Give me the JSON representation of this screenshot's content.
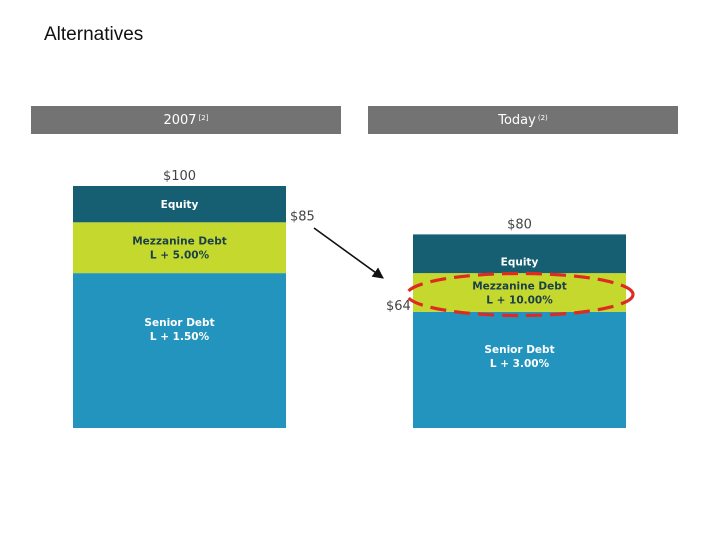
{
  "title": "Alternatives",
  "colors": {
    "header_bar": "#737373",
    "equity": "#165f73",
    "mezzanine": "#c4d82e",
    "senior": "#2394bd",
    "ellipse": "#dd2b22",
    "arrow": "#111111"
  },
  "headers": [
    {
      "label": "2007",
      "note": "[2]"
    },
    {
      "label": "Today",
      "note": "(2)"
    }
  ],
  "chart_data": {
    "type": "bar",
    "stacked": true,
    "categories": [
      "2007",
      "Today"
    ],
    "totals": [
      "$100",
      "$80"
    ],
    "series": [
      {
        "name": "Senior Debt",
        "rate": "L + 1.50%",
        "values": [
          64,
          48
        ]
      },
      {
        "name": "Mezzanine Debt",
        "rate": "L + 5.00%",
        "values": [
          21,
          16
        ]
      },
      {
        "name": "Equity",
        "rate": "",
        "values": [
          15,
          16
        ]
      }
    ],
    "today_rates": {
      "Senior Debt": "L + 3.00%",
      "Mezzanine Debt": "L + 10.00%"
    },
    "annotations": {
      "cumulative_2007": "$85",
      "cumulative_today": "$64",
      "arrow": "from $85 to $64"
    },
    "highlight": "Mezzanine Debt (Today)",
    "ylim": [
      0,
      100
    ]
  }
}
